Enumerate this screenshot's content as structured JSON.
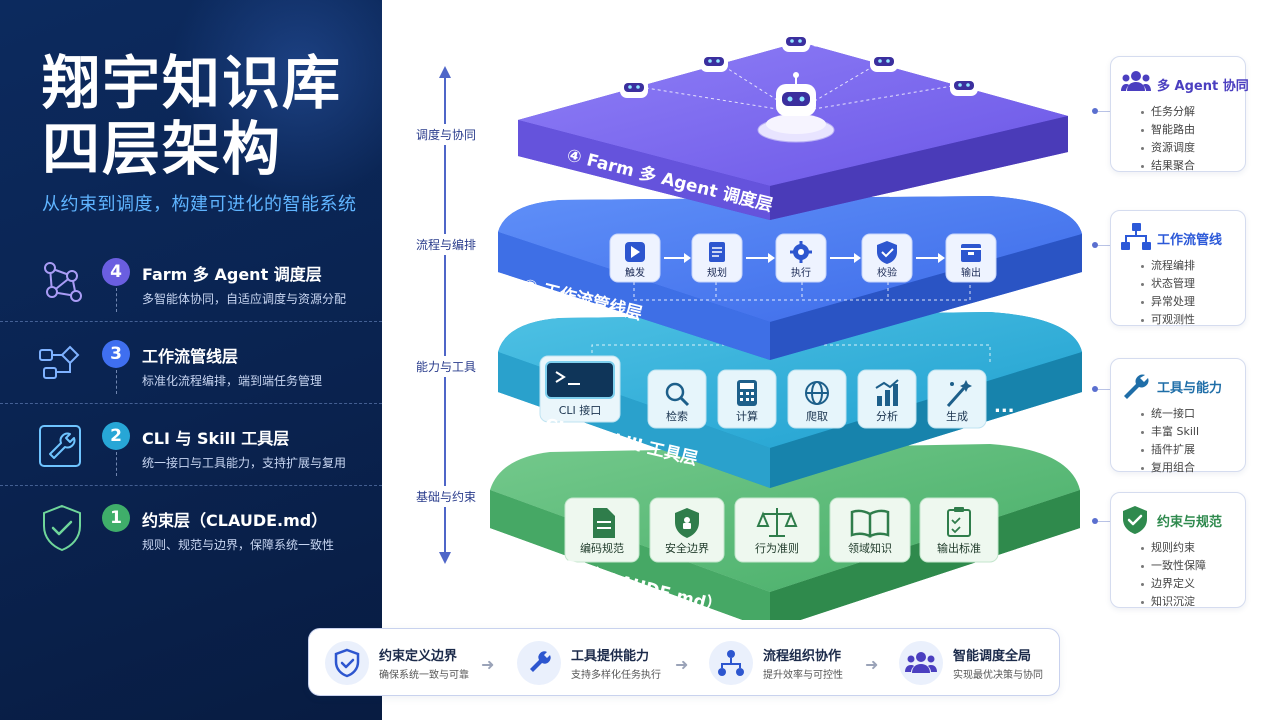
{
  "left": {
    "title_line1": "翔宇知识库",
    "title_line2": "四层架构",
    "subtitle": "从约束到调度，构建可进化的智能系统",
    "layers": [
      {
        "num": "4",
        "name": "Farm 多 Agent 调度层",
        "desc": "多智能体协同，自适应调度与资源分配",
        "icon": "agent-network-icon",
        "color": "#6a5ee0"
      },
      {
        "num": "3",
        "name": "工作流管线层",
        "desc": "标准化流程编排，端到端任务管理",
        "icon": "workflow-icon",
        "color": "#3f6ff0"
      },
      {
        "num": "2",
        "name": "CLI 与 Skill 工具层",
        "desc": "统一接口与工具能力，支持扩展与复用",
        "icon": "wrench-icon",
        "color": "#27a6d6"
      },
      {
        "num": "1",
        "name": "约束层（CLAUDE.md）",
        "desc": "规则、规范与边界，保障系统一致性",
        "icon": "shield-check-icon",
        "color": "#3fae6a"
      }
    ]
  },
  "axis": {
    "labels": [
      "调度与协同",
      "流程与编排",
      "能力与工具",
      "基础与约束"
    ]
  },
  "stack": {
    "layer4": {
      "label": "④ Farm 多 Agent 调度层"
    },
    "layer3": {
      "label": "③ 工作流管线层",
      "steps": [
        "触发",
        "规划",
        "执行",
        "校验",
        "输出"
      ]
    },
    "layer2": {
      "label": "② CLI 与 Skill 工具层",
      "cli": "CLI 接口",
      "tools": [
        "检索",
        "计算",
        "爬取",
        "分析",
        "生成"
      ],
      "more": "..."
    },
    "layer1": {
      "label": "① 约束层（CLAUDE.md）",
      "items": [
        "编码规范",
        "安全边界",
        "行为准则",
        "领域知识",
        "输出标准"
      ]
    }
  },
  "right_cards": [
    {
      "title": "多 Agent 协同",
      "icon": "users-icon",
      "color": "#4b3fc0",
      "items": [
        "任务分解",
        "智能路由",
        "资源调度",
        "结果聚合"
      ]
    },
    {
      "title": "工作流管线",
      "icon": "hierarchy-icon",
      "color": "#2c59d8",
      "items": [
        "流程编排",
        "状态管理",
        "异常处理",
        "可观测性"
      ]
    },
    {
      "title": "工具与能力",
      "icon": "wrench-icon",
      "color": "#1f6ea8",
      "items": [
        "统一接口",
        "丰富 Skill",
        "插件扩展",
        "复用组合"
      ]
    },
    {
      "title": "约束与规范",
      "icon": "shield-check-icon",
      "color": "#2f8a4e",
      "items": [
        "规则约束",
        "一致性保障",
        "边界定义",
        "知识沉淀"
      ]
    }
  ],
  "bottom": [
    {
      "title": "约束定义边界",
      "desc": "确保系统一致与可靠",
      "icon": "shield-check-icon"
    },
    {
      "title": "工具提供能力",
      "desc": "支持多样化任务执行",
      "icon": "wrench-icon"
    },
    {
      "title": "流程组织协作",
      "desc": "提升效率与可控性",
      "icon": "hierarchy-icon"
    },
    {
      "title": "智能调度全局",
      "desc": "实现最优决策与协同",
      "icon": "users-icon"
    }
  ]
}
